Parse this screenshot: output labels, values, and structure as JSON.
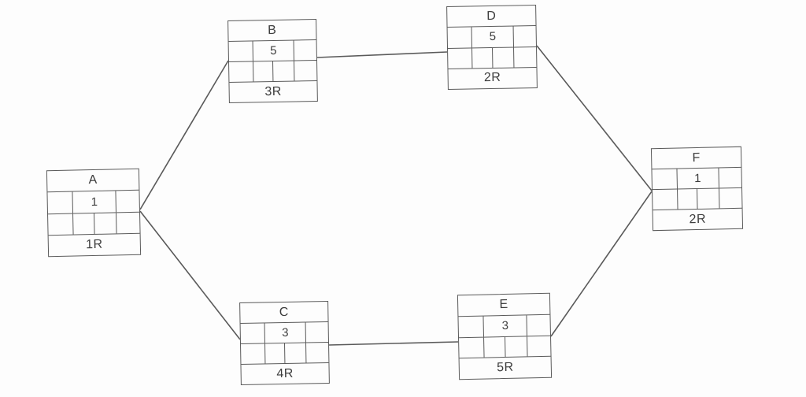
{
  "diagram": {
    "type": "activity-network",
    "nodes": [
      {
        "id": "A",
        "name": "A",
        "duration": "1",
        "resource": "1R"
      },
      {
        "id": "B",
        "name": "B",
        "duration": "5",
        "resource": "3R"
      },
      {
        "id": "C",
        "name": "C",
        "duration": "3",
        "resource": "4R"
      },
      {
        "id": "D",
        "name": "D",
        "duration": "5",
        "resource": "2R"
      },
      {
        "id": "E",
        "name": "E",
        "duration": "3",
        "resource": "5R"
      },
      {
        "id": "F",
        "name": "F",
        "duration": "1",
        "resource": "2R"
      }
    ],
    "edges": [
      {
        "from": "A",
        "to": "B"
      },
      {
        "from": "A",
        "to": "C"
      },
      {
        "from": "B",
        "to": "D"
      },
      {
        "from": "C",
        "to": "E"
      },
      {
        "from": "D",
        "to": "F"
      },
      {
        "from": "E",
        "to": "F"
      }
    ]
  },
  "colors": {
    "line": "#5a5a5a",
    "text": "#3d3d3d",
    "background": "#fdfdfd"
  }
}
